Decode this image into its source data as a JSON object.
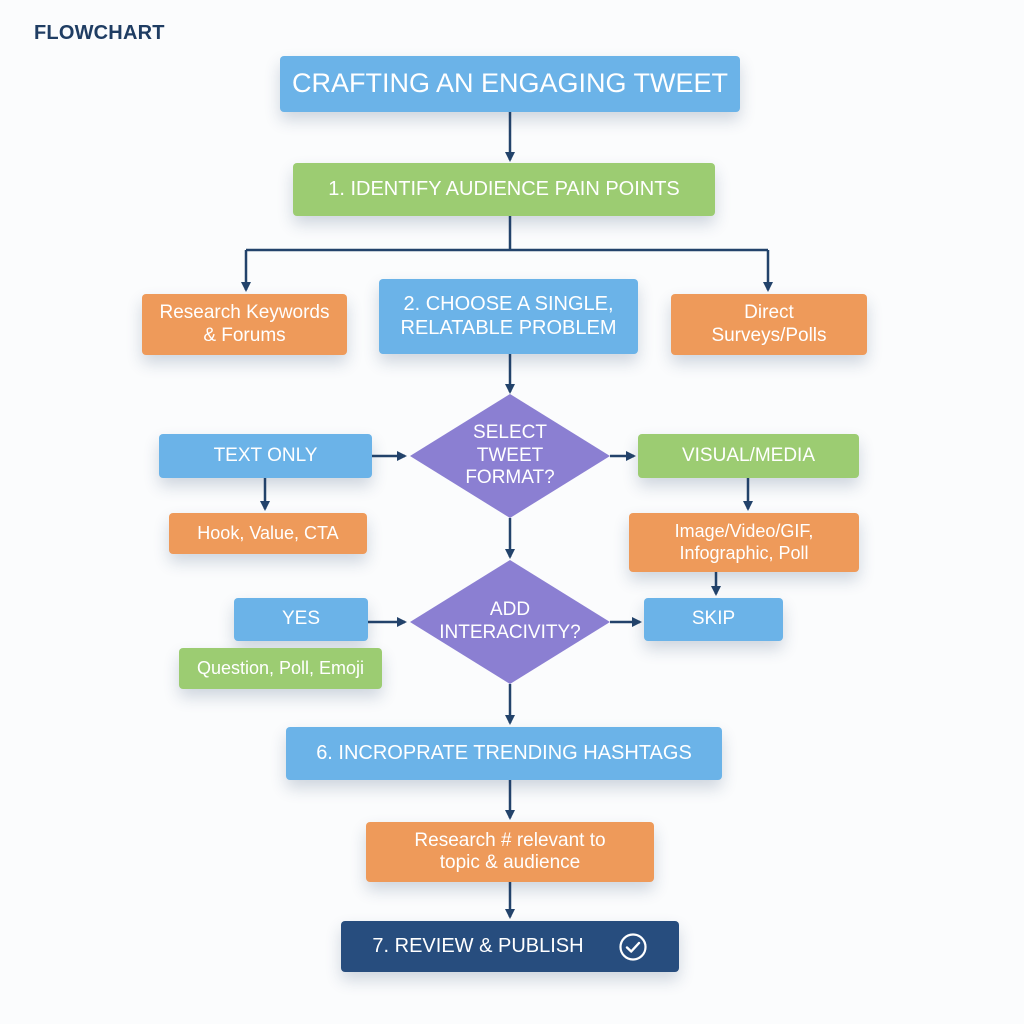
{
  "page_label": "FLOWCHART",
  "nodes": {
    "title": "CRAFTING AN ENGAGING TWEET",
    "step1": "1. IDENTIFY AUDIENCE PAIN POINTS",
    "research_keywords": "Research Keywords\n& Forums",
    "step2": "2. CHOOSE A SINGLE,\nRELATABLE PROBLEM",
    "direct_surveys": "Direct\nSurveys/Polls",
    "select_format": "SELECT\nTWEET\nFORMAT?",
    "text_only": "TEXT ONLY",
    "visual_media": "VISUAL/MEDIA",
    "hook_value_cta": "Hook, Value, CTA",
    "media_types": "Image/Video/GIF,\nInfographic, Poll",
    "add_interactivity": "ADD\nINTERACIVITY?",
    "yes": "YES",
    "skip": "SKIP",
    "question_poll_emoji": "Question, Poll, Emoji",
    "step6": "6. INCROPRATE TRENDING HASHTAGS",
    "research_hashtags": "Research # relevant to\ntopic & audience",
    "step7": "7. REVIEW & PUBLISH"
  },
  "icons": {
    "publish": "check-circle-icon"
  },
  "colors": {
    "blue": "#6bb3e8",
    "green": "#9ccc72",
    "orange": "#ee9a5a",
    "purple": "#8b7fd2",
    "navy": "#274d7e",
    "connector": "#23436b"
  }
}
